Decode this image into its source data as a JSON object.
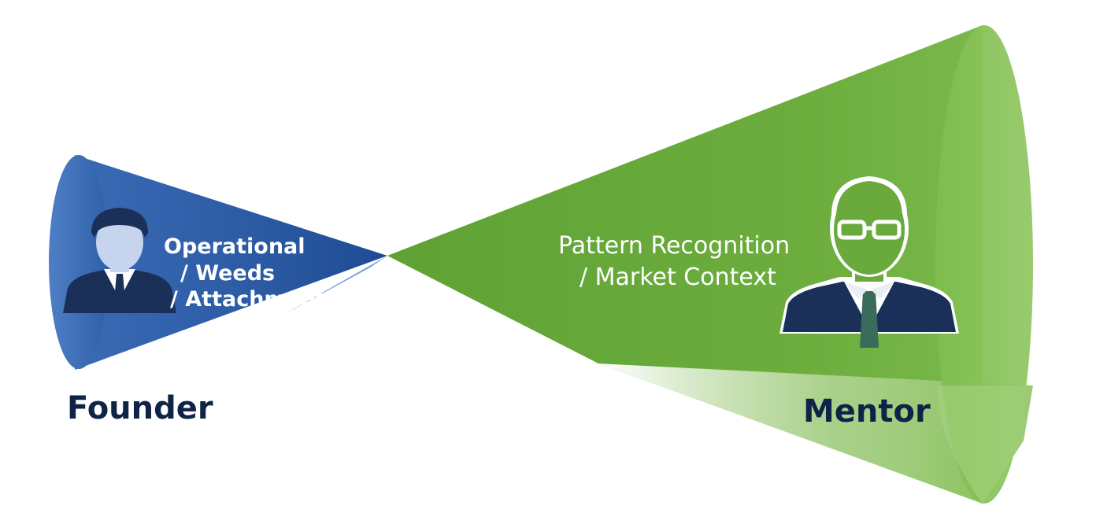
{
  "founder": {
    "name": "Founder",
    "focus_lines": [
      "Operational",
      "/ Weeds",
      "/ Attachment"
    ],
    "icon": "person-icon"
  },
  "mentor": {
    "name": "Mentor",
    "focus_lines": [
      "Pattern Recognition",
      "/ Market Context"
    ],
    "icon": "person-with-glasses-icon"
  },
  "colors": {
    "founder_cone": "#2f5fa8",
    "founder_cone_dark": "#1d4a91",
    "mentor_cone": "#6fae40",
    "mentor_cone_light": "#8cc25c",
    "label_text": "#0f2347",
    "icon_dark": "#1b3058"
  }
}
